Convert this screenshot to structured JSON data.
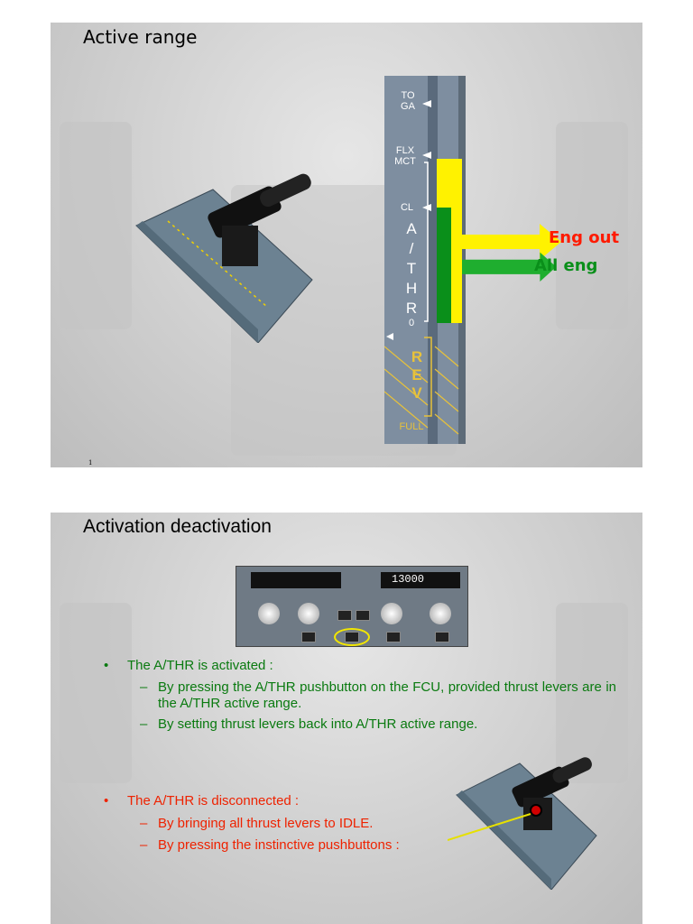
{
  "slide1": {
    "title": "Active range",
    "page_number": "1",
    "scale": {
      "toga": [
        "TO",
        "GA"
      ],
      "flxmct": [
        "FLX",
        "MCT"
      ],
      "cl": "CL",
      "athr": [
        "A",
        "/",
        "T",
        "H",
        "R"
      ],
      "zero": "0",
      "rev": [
        "R",
        "E",
        "V"
      ],
      "full": "FULL"
    },
    "labels": {
      "eng_out": "Eng out",
      "all_eng": "All eng"
    },
    "colors": {
      "eng_out": "#ff1a00",
      "all_eng": "#0a8f1a",
      "yellow_range": "#fff200",
      "green_range": "#0a8f1a"
    }
  },
  "slide2": {
    "title": "Activation deactivation",
    "fcu": {
      "display_alt": "13000"
    },
    "activated": {
      "heading": "The A/THR is activated :",
      "items": [
        "By pressing the A/THR pushbutton on the FCU, provided thrust levers are in the A/THR active range.",
        "By setting thrust levers back into A/THR active range."
      ]
    },
    "disconnected": {
      "heading": "The A/THR is disconnected :",
      "items": [
        "By bringing all thrust levers to IDLE.",
        "By pressing the instinctive pushbuttons :"
      ]
    },
    "bullet": "•",
    "dash": "–"
  }
}
